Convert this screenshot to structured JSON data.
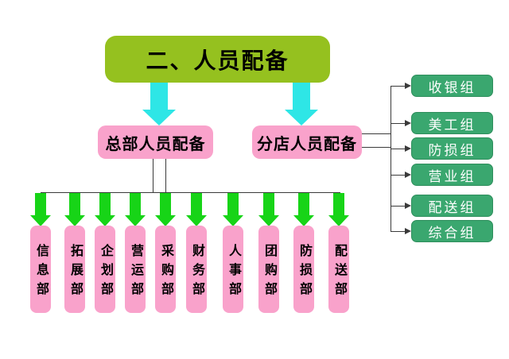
{
  "diagram": {
    "title": "二、人员配备",
    "headquarters_label": "总部人员配备",
    "branch_label": "分店人员配备",
    "departments": [
      "信息部",
      "拓展部",
      "企划部",
      "营运部",
      "采购部",
      "财务部",
      "人事部",
      "团购部",
      "防损部",
      "配送部"
    ],
    "branch_groups": [
      "收银组",
      "美工组",
      "防损组",
      "营业组",
      "配送组",
      "综合组"
    ],
    "colors": {
      "title_bg": "#95C11F",
      "box_pink": "#F9A2CB",
      "arrow_cyan": "#2EE6E6",
      "arrow_green": "#17D417",
      "group_bg": "#3AA76F",
      "group_border": "#2E8E5C",
      "group_text": "#FFFFFF",
      "line": "#3A3A3A",
      "text": "#000000"
    }
  }
}
